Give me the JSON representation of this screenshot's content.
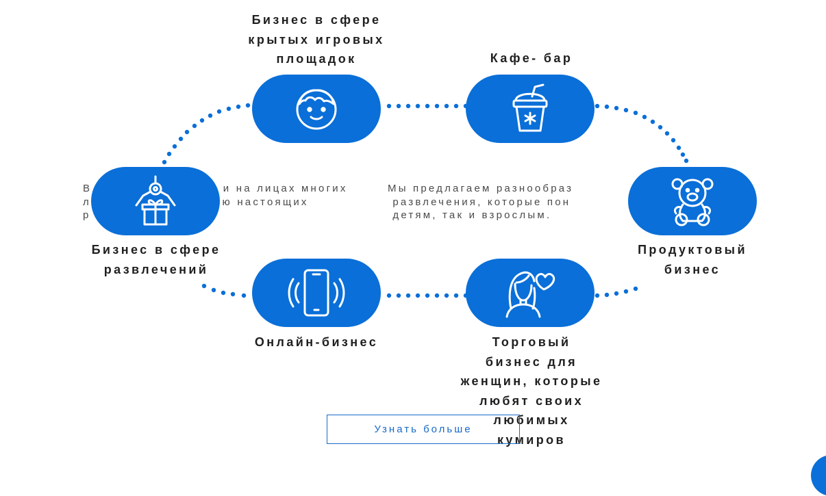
{
  "background_texts": {
    "left": "В                          и на лицах многих\nл                          ю настоящих\nр",
    "right": "Мы предлагаем разнообраз\n развлечения, которые пон\n детям, так и взрослым."
  },
  "nodes": [
    {
      "id": "indoor",
      "icon": "child-face-icon",
      "label": "Бизнес в сфере\nкрытых игровых\nплощадок"
    },
    {
      "id": "cafe",
      "icon": "drink-cup-icon",
      "label": "Кафе- бар"
    },
    {
      "id": "product",
      "icon": "teddy-bear-icon",
      "label": "Продуктовый\nбизнес"
    },
    {
      "id": "trade",
      "icon": "girl-heart-icon",
      "label": "Торговый\nбизнес для\nженщин, которые\nлюбят своих\nлюбимых\nкумиров"
    },
    {
      "id": "online",
      "icon": "smartphone-icon",
      "label": "Онлайн-бизнес"
    },
    {
      "id": "entertainment",
      "icon": "claw-machine-icon",
      "label": "Бизнес в сфере\nразвлечений"
    }
  ],
  "cta": {
    "label": "Узнать больше"
  },
  "colors": {
    "accent": "#0a6fd8",
    "dots": "#0a6fd8",
    "text": "#1f1f1f"
  }
}
